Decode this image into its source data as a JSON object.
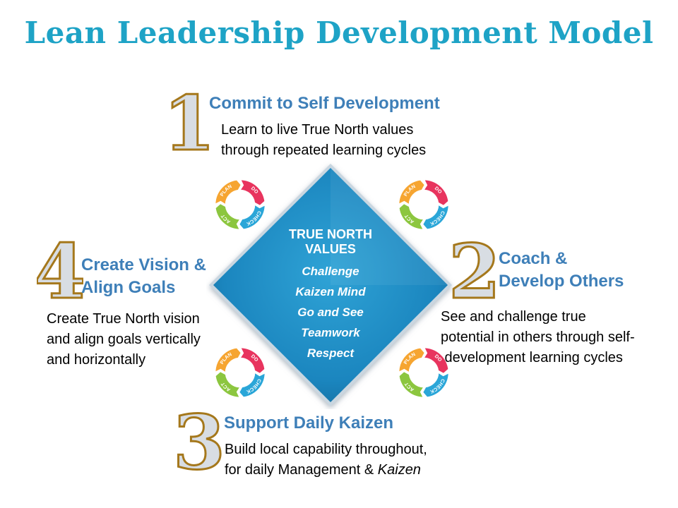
{
  "title": "Lean Leadership Development Model",
  "center": {
    "heading": "TRUE NORTH\nVALUES",
    "values": [
      "Challenge",
      "Kaizen Mind",
      "Go and See",
      "Teamwork",
      "Respect"
    ]
  },
  "steps": [
    {
      "number": "1",
      "heading_lines": [
        "Commit to Self Development"
      ],
      "description_lines": [
        "Learn to live True North values",
        "through repeated learning cycles"
      ]
    },
    {
      "number": "2",
      "heading_lines": [
        "Coach &",
        "Develop Others"
      ],
      "description_lines": [
        "See and challenge true",
        "potential in others through self-",
        " development learning cycles"
      ]
    },
    {
      "number": "3",
      "heading_lines": [
        "Support Daily Kaizen"
      ],
      "description_lines": [
        "Build local capability throughout,"
      ],
      "description_last_plain": "for daily Management & ",
      "description_last_italic": "Kaizen"
    },
    {
      "number": "4",
      "heading_lines": [
        "Create Vision &",
        "Align Goals"
      ],
      "description_lines": [
        "Create True North vision",
        "and align goals vertically",
        "and horizontally"
      ]
    }
  ],
  "pdca": {
    "labels": [
      "PLAN",
      "DO",
      "CHECK",
      "ACT"
    ],
    "colors": [
      "#f6a531",
      "#e8345e",
      "#2aa6d8",
      "#8cc63f"
    ]
  },
  "colors": {
    "title": "#1ea3c6",
    "heading": "#3e7fb8",
    "diamond": "#1f8dc4",
    "numeral_gold": "#b8860b"
  }
}
